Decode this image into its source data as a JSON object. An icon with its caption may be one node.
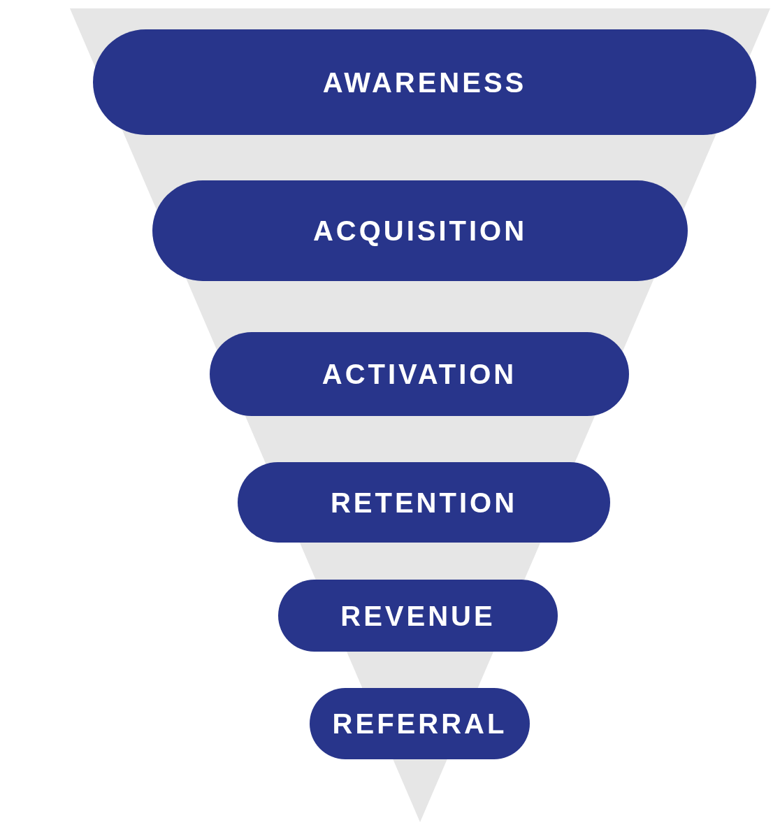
{
  "diagram": {
    "nodes": [
      {
        "text": [
          "AWARENESS"
        ]
      },
      {
        "text": [
          "ACQUISITION"
        ]
      },
      {
        "text": [
          "ACTIVATION"
        ]
      },
      {
        "text": [
          "RETENTION"
        ]
      },
      {
        "text": [
          "REVENUE"
        ]
      },
      {
        "text": [
          "REFERRAL"
        ]
      }
    ]
  }
}
